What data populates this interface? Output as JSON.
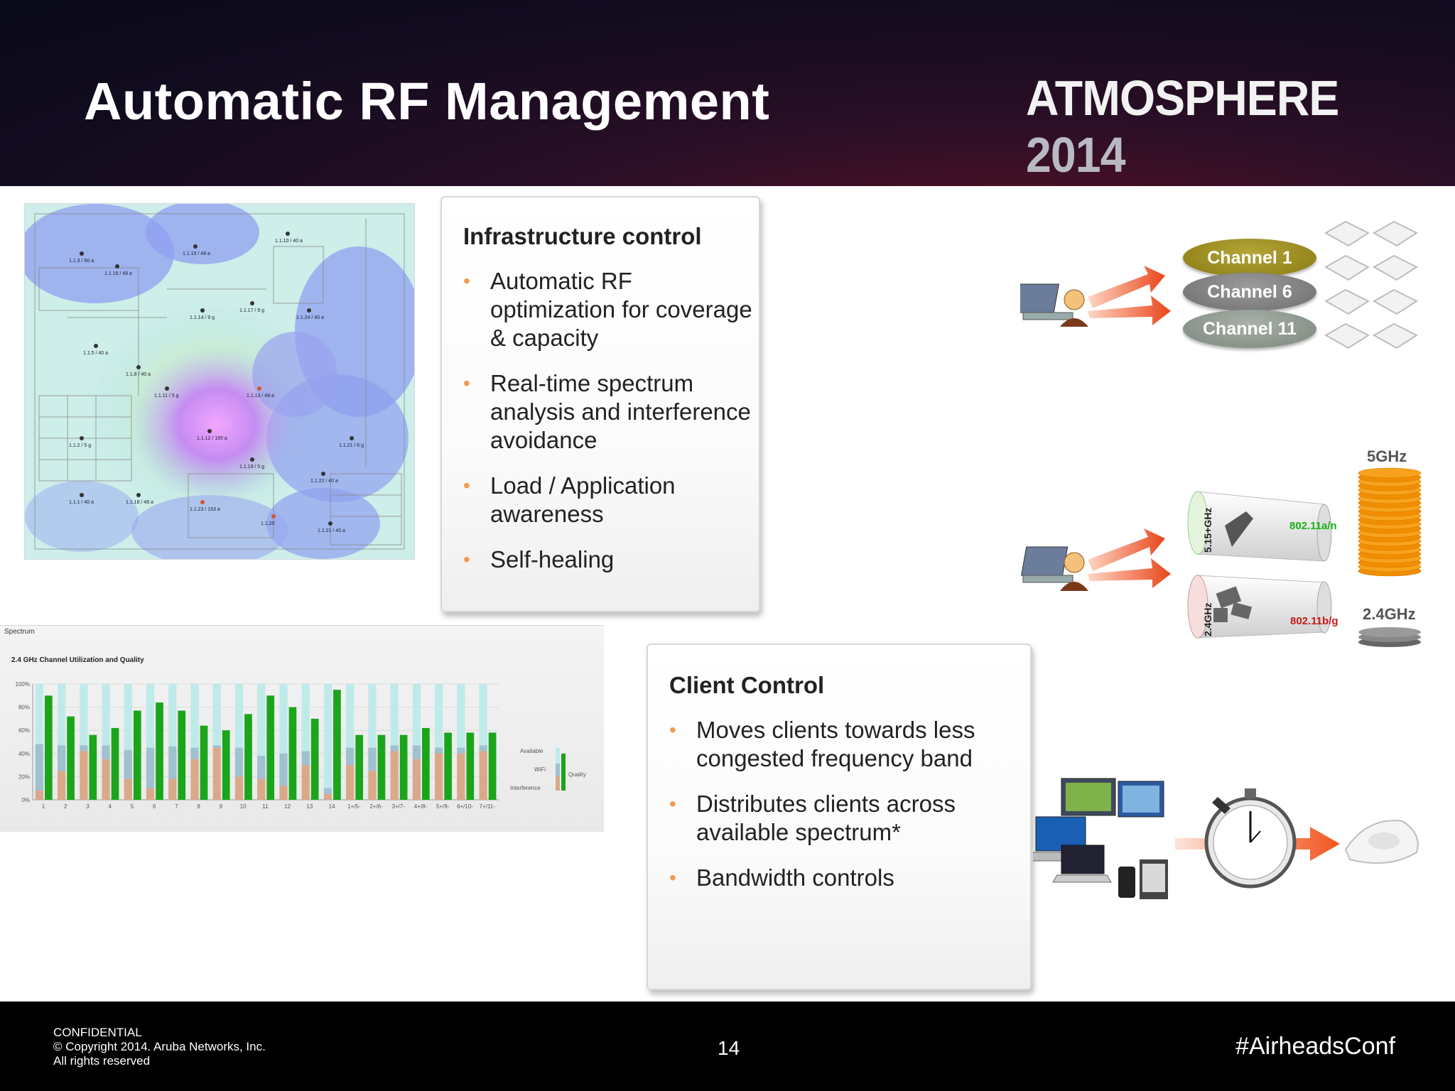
{
  "slide": {
    "title": "Automatic RF Management",
    "brand_name": "ATMOSPHERE",
    "brand_year": "2014"
  },
  "infrastructure_control": {
    "heading": "Infrastructure control",
    "bullets": [
      "Automatic RF optimization for coverage & capacity",
      "Real-time spectrum analysis and interference avoidance",
      "Load / Application awareness",
      "Self-healing"
    ]
  },
  "client_control": {
    "heading": "Client Control",
    "bullets": [
      "Moves clients towards less congested frequency band",
      "Distributes clients across available spectrum*",
      "Bandwidth controls"
    ]
  },
  "channels": [
    "Channel 1",
    "Channel 6",
    "Channel 11"
  ],
  "band_diagram": {
    "label_5ghz": "5GHz",
    "label_24ghz": "2.4GHz",
    "tube_top_freq": "5.15+GHz",
    "tube_top_std": "802.11a/n",
    "tube_bottom_freq": "2.4GHz",
    "tube_bottom_std": "802.11b/g"
  },
  "spectrum_panel": {
    "tab": "Spectrum",
    "legend_available": "Available",
    "legend_wifi": "WiFi",
    "legend_interference": "Interference",
    "legend_quality": "Quality"
  },
  "chart_data": {
    "type": "bar",
    "title": "2.4 GHz Channel Utilization and Quality",
    "categories": [
      "1",
      "2",
      "3",
      "4",
      "5",
      "6",
      "7",
      "8",
      "9",
      "10",
      "11",
      "12",
      "13",
      "14",
      "1+/5-",
      "2+/6-",
      "3+/7-",
      "4+/8-",
      "5+/9-",
      "6+/10-",
      "7+/11-"
    ],
    "yticks": [
      "0%",
      "20%",
      "40%",
      "60%",
      "80%",
      "100%"
    ],
    "ylim": [
      0,
      100
    ],
    "series": [
      {
        "name": "Interference",
        "values": [
          8,
          25,
          42,
          35,
          18,
          10,
          18,
          35,
          45,
          20,
          18,
          12,
          30,
          5,
          30,
          25,
          42,
          35,
          40,
          40,
          42
        ]
      },
      {
        "name": "WiFi",
        "values": [
          40,
          22,
          5,
          12,
          25,
          35,
          28,
          10,
          2,
          25,
          20,
          28,
          12,
          5,
          15,
          20,
          5,
          12,
          5,
          5,
          5
        ]
      },
      {
        "name": "Quality",
        "values": [
          90,
          72,
          56,
          62,
          77,
          84,
          77,
          64,
          60,
          74,
          90,
          80,
          70,
          95,
          56,
          56,
          56,
          62,
          58,
          58,
          58
        ]
      }
    ],
    "colors": {
      "interference": "#d9a98a",
      "wifi": "#9fc1d0",
      "available": "#bfeaea",
      "quality": "#1aa51a"
    }
  },
  "heatmap_ap_labels": [
    "1.1.10 / 40 a",
    "1.1.15 / 48 a",
    "1.1.16 / 48 a",
    "1.1.3 / 60 a",
    "1.1.17 / 9 g",
    "1.1.14 / 9 g",
    "1.1.24 / 40 a",
    "1.1.5 / 40 a",
    "1.1.8 / 40 a",
    "1.1.11 / 5 g",
    "1.1.13 / 48 a",
    "1.1.12 / 165 a",
    "1.1.21 / 6 g",
    "1.1.2 / 5 g",
    "1.1.19 / 5 g",
    "1.1.22 / 40 a",
    "1.1.1 / 40 a",
    "1.1.18 / 48 a",
    "1.1.23 / 153 a",
    "1.1.20",
    "1.1.21 / 40 a"
  ],
  "footer": {
    "line1": "CONFIDENTIAL",
    "line2": "© Copyright 2014. Aruba Networks, Inc.",
    "line3": "All rights reserved",
    "page": "14",
    "hashtag": "#AirheadsConf"
  }
}
